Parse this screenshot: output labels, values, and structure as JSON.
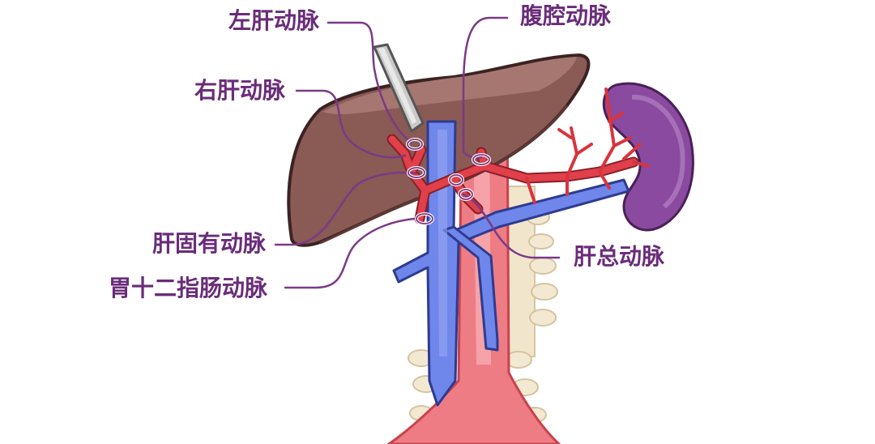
{
  "labels": {
    "left_hepatic_artery": "左肝动脉",
    "celiac_trunk": "腹腔动脉",
    "right_hepatic_artery": "右肝动脉",
    "proper_hepatic_artery": "肝固有动脉",
    "gastroduodenal_artery": "胃十二指肠动脉",
    "common_hepatic_artery": "肝总动脉"
  },
  "colors": {
    "label_text": "#6a2c7a",
    "leader_line": "#7a3a86",
    "liver": "#8a5a55",
    "liver_top": "#a87a73",
    "spleen": "#8a4aa0",
    "artery": "#e0404a",
    "aorta": "#ee7c84",
    "vein": "#6f86ea",
    "vertebra": "#f0e4c8",
    "instrument": "#b8b8b8"
  }
}
